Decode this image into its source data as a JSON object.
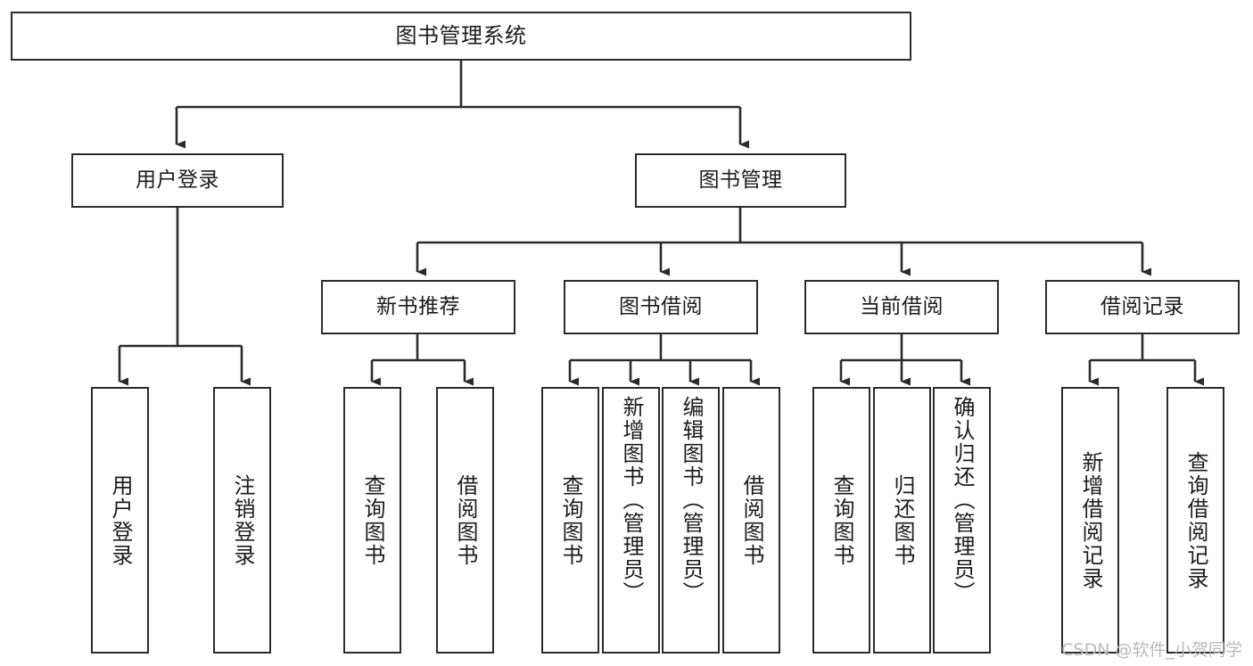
{
  "diagram": {
    "title": "图书管理系统",
    "type": "hierarchy-tree",
    "root": {
      "id": "root",
      "label": "图书管理系统"
    },
    "level2": [
      {
        "id": "user-login",
        "label": "用户登录"
      },
      {
        "id": "book-management",
        "label": "图书管理"
      }
    ],
    "level3": [
      {
        "id": "new-book-recommend",
        "label": "新书推荐",
        "parent": "book-management"
      },
      {
        "id": "book-borrow",
        "label": "图书借阅",
        "parent": "book-management"
      },
      {
        "id": "current-borrow",
        "label": "当前借阅",
        "parent": "book-management"
      },
      {
        "id": "borrow-record",
        "label": "借阅记录",
        "parent": "book-management"
      }
    ],
    "leaves": [
      {
        "id": "leaf-user-login",
        "label": "用户登录",
        "parent": "user-login"
      },
      {
        "id": "leaf-logout-login",
        "label": "注销登录",
        "parent": "user-login"
      },
      {
        "id": "leaf-query-book-1",
        "label": "查询图书",
        "parent": "new-book-recommend"
      },
      {
        "id": "leaf-borrow-book-1",
        "label": "借阅图书",
        "parent": "new-book-recommend"
      },
      {
        "id": "leaf-query-book-2",
        "label": "查询图书",
        "parent": "book-borrow"
      },
      {
        "id": "leaf-add-book-admin",
        "label": "新增图书（管理员）",
        "parent": "book-borrow"
      },
      {
        "id": "leaf-edit-book-admin",
        "label": "编辑图书（管理员）",
        "parent": "book-borrow"
      },
      {
        "id": "leaf-borrow-book-2",
        "label": "借阅图书",
        "parent": "book-borrow"
      },
      {
        "id": "leaf-query-book-3",
        "label": "查询图书",
        "parent": "current-borrow"
      },
      {
        "id": "leaf-return-book",
        "label": "归还图书",
        "parent": "current-borrow"
      },
      {
        "id": "leaf-confirm-return-admin",
        "label": "确认归还（管理员）",
        "parent": "current-borrow"
      },
      {
        "id": "leaf-add-borrow-record",
        "label": "新增借阅记录",
        "parent": "borrow-record"
      },
      {
        "id": "leaf-query-borrow-record",
        "label": "查询借阅记录",
        "parent": "borrow-record"
      }
    ]
  },
  "watermark": {
    "text": "CSDN @软件_小贺同学"
  },
  "colors": {
    "stroke": "#2b2b2b",
    "fill": "#ffffff",
    "text": "#1c1c1c",
    "watermark": "#b9b9b9"
  }
}
